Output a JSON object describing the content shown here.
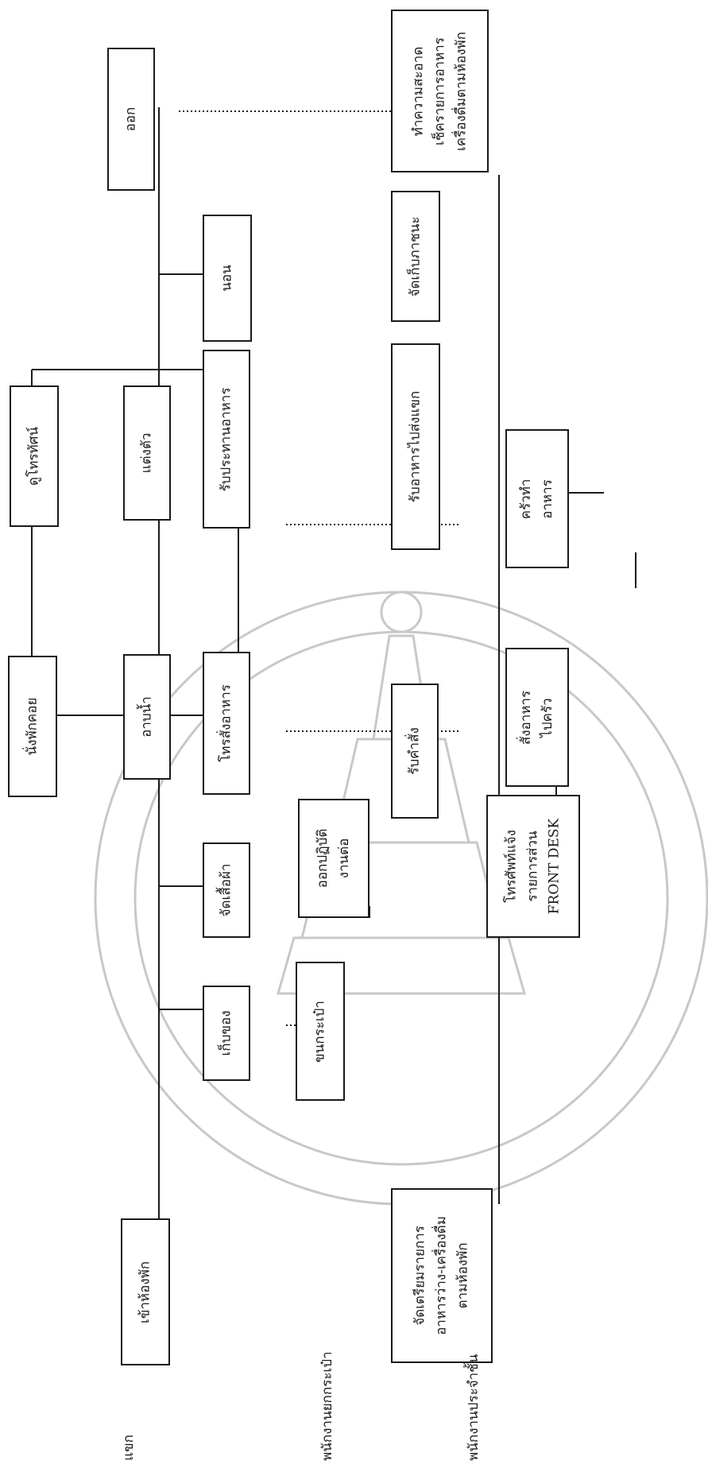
{
  "colors": {
    "line": "#1a1a1a",
    "watermark": "#c8c8c8"
  },
  "lanes": {
    "guest": "แขก",
    "bellboy": "พนักงานยกกระเป๋า",
    "floor_staff": "พนักงานประจำชั้น"
  },
  "guest": {
    "check_in": "เข้าห้องพัก",
    "store_items": "เก็บของ",
    "hang_clothes": "จัดเสื้อผ้า",
    "relax": "นั่งพักคอย",
    "shower": "อาบน้ำ",
    "order_food": "โทรสั่งอาหาร",
    "watch_tv": "ดูโทรทัศน์",
    "dress": "แต่งตัว",
    "eat": "รับประทานอาหาร",
    "sleep": "นอน",
    "check_out": "ออก"
  },
  "bellboy": {
    "carry_luggage": "ขนกระเป๋า",
    "next_job": [
      "ออกปฏิบัติ",
      "งานต่อ"
    ]
  },
  "floor_staff": {
    "prepare_menu": [
      "จัดเตรียมรายการ",
      "อาหารว่าง-เครื่องดื่ม",
      "ตามห้องพัก"
    ],
    "take_order": "รับคำสั่ง",
    "phone_front_desk": [
      "โทรศัพท์แจ้ง",
      "รายการส่วน",
      "FRONT DESK"
    ],
    "order_kitchen": [
      "สั่งอาหาร",
      "ไปครัว"
    ],
    "kitchen_cook": [
      "ครัวทำ",
      "อาหาร"
    ],
    "deliver_food": "รับอาหารไปส่งแขก",
    "collect_dishes": "จัดเก็บภาชนะ",
    "clean_room": [
      "ทำความสะอาด",
      "เช็ครายการอาหาร",
      "เครื่องดื่มตามห้องพัก"
    ]
  }
}
